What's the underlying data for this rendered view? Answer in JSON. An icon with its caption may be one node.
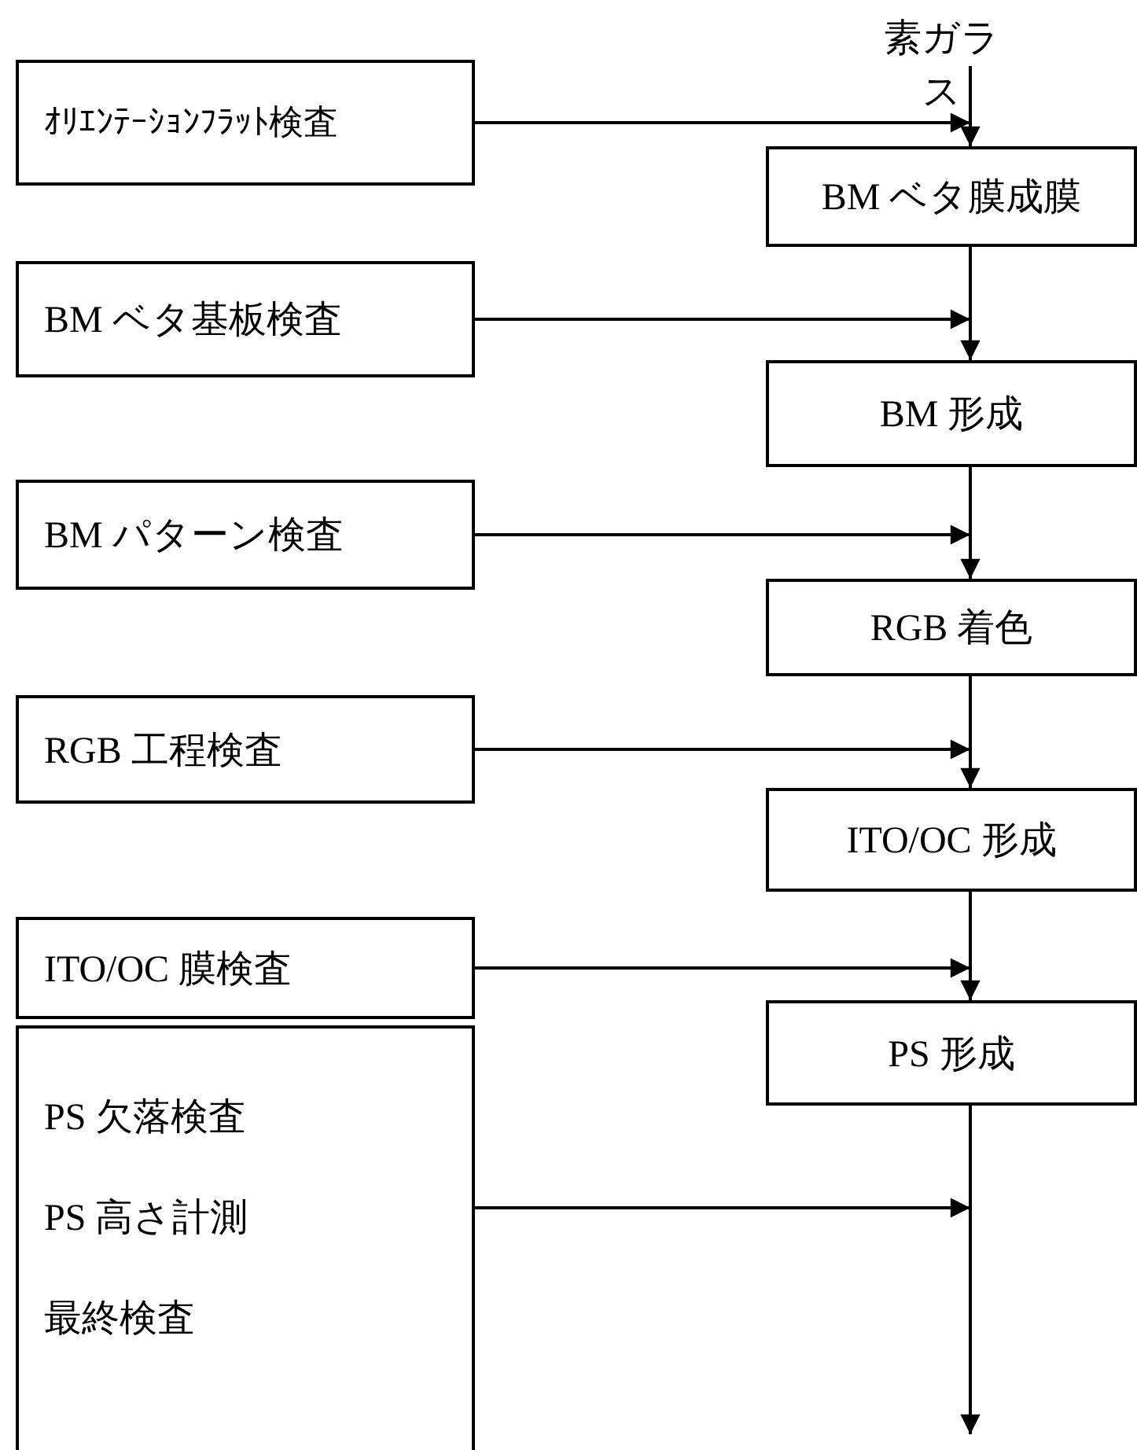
{
  "diagram": {
    "nodes": [
      {
        "text": [
          "素ガラス"
        ]
      },
      {
        "text": [
          "ｵﾘｴﾝﾃｰｼｮﾝﾌﾗｯﾄ検査"
        ]
      },
      {
        "text": [
          "BM ベタ膜成膜"
        ]
      },
      {
        "text": [
          "BM ベタ基板検査"
        ]
      },
      {
        "text": [
          "BM 形成"
        ]
      },
      {
        "text": [
          "BM パターン検査"
        ]
      },
      {
        "text": [
          "RGB 着色"
        ]
      },
      {
        "text": [
          "RGB 工程検査"
        ]
      },
      {
        "text": [
          "ITO/OC 形成"
        ]
      },
      {
        "text": [
          "ITO/OC 膜検査"
        ]
      },
      {
        "text": [
          "PS 形成"
        ]
      },
      {
        "text": [
          "PS 欠落検査",
          "PS 高さ計測",
          "最終検査"
        ]
      }
    ],
    "edges": [
      {
        "from": 0,
        "to": 2,
        "arrow": "to"
      },
      {
        "from": 1,
        "to": 2,
        "arrow": "to"
      },
      {
        "from": 2,
        "to": 4,
        "arrow": "to"
      },
      {
        "from": 3,
        "to": 4,
        "arrow": "to"
      },
      {
        "from": 4,
        "to": 6,
        "arrow": "to"
      },
      {
        "from": 5,
        "to": 6,
        "arrow": "to"
      },
      {
        "from": 6,
        "to": 8,
        "arrow": "to"
      },
      {
        "from": 7,
        "to": 8,
        "arrow": "to"
      },
      {
        "from": 8,
        "to": 10,
        "arrow": "to"
      },
      {
        "from": 9,
        "to": 10,
        "arrow": "to"
      },
      {
        "from": 10,
        "to": null,
        "arrow": "to"
      },
      {
        "from": 11,
        "to": null,
        "arrow": "to"
      }
    ]
  }
}
